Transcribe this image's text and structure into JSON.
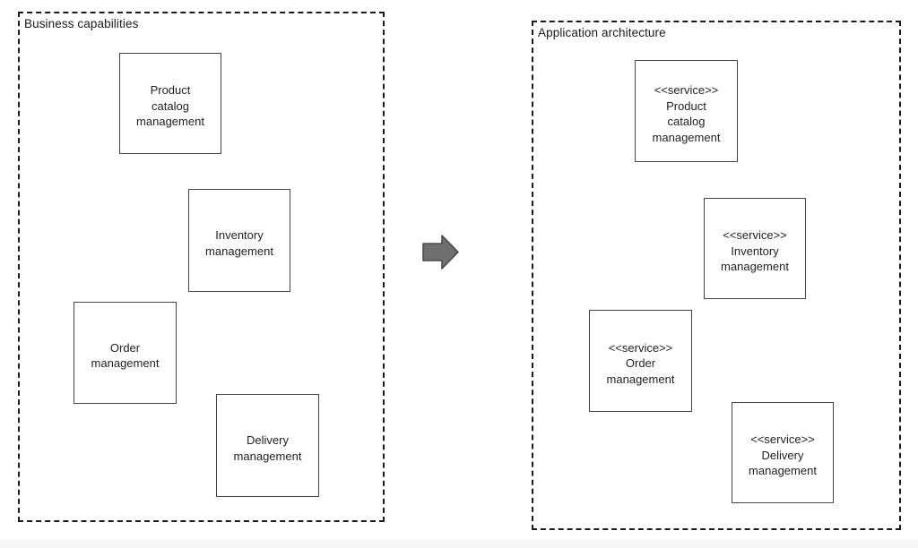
{
  "left_panel": {
    "label": "Business capabilities",
    "boxes": [
      {
        "id": "product-catalog",
        "text": "Product\ncatalog\nmanagement"
      },
      {
        "id": "inventory",
        "text": "Inventory\nmanagement"
      },
      {
        "id": "order",
        "text": "Order\nmanagement"
      },
      {
        "id": "delivery",
        "text": "Delivery\nmanagement"
      }
    ]
  },
  "right_panel": {
    "label": "Application architecture",
    "boxes": [
      {
        "id": "service-product-catalog",
        "text": "<<service>>\nProduct\ncatalog\nmanagement"
      },
      {
        "id": "service-inventory",
        "text": "<<service>>\nInventory\nmanagement"
      },
      {
        "id": "service-order",
        "text": "<<service>>\nOrder\nmanagement"
      },
      {
        "id": "service-delivery",
        "text": "<<service>>\nDelivery\nmanagement"
      }
    ]
  },
  "arrow": {
    "meaning": "maps-to",
    "fill": "#6f6f6f",
    "stroke": "#4b4b4b"
  },
  "colors": {
    "dashed_border": "#1b1b1b",
    "box_border": "#454545",
    "text": "#1f1f1f",
    "background": "#ffffff"
  }
}
